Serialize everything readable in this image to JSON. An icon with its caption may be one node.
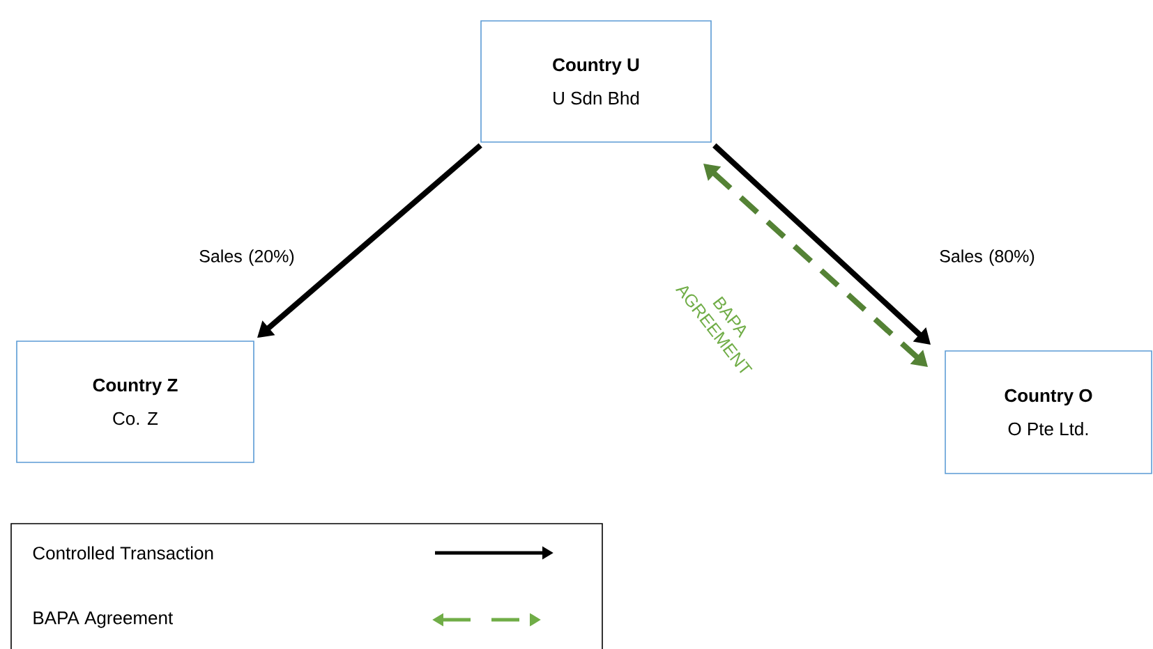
{
  "diagram": {
    "nodes": [
      {
        "text": [
          "Country U",
          "U Sdn Bhd"
        ]
      },
      {
        "text": [
          "Country Z",
          "Co. Z"
        ]
      },
      {
        "text": [
          "Country O",
          "O Pte Ltd."
        ]
      }
    ],
    "edges": [
      {
        "from": 0,
        "to": 1,
        "arrow": "to",
        "label": "Sales (20%)"
      },
      {
        "from": 0,
        "to": 2,
        "arrow": "to",
        "label": "Sales (80%)"
      },
      {
        "from": 0,
        "to": 2,
        "arrow": "both",
        "label": "BAPA AGREEMENT",
        "style": "dashed",
        "color": "#548235"
      }
    ],
    "legend": [
      {
        "text": "Controlled Transaction"
      },
      {
        "text": "BAPA Agreement"
      }
    ]
  }
}
